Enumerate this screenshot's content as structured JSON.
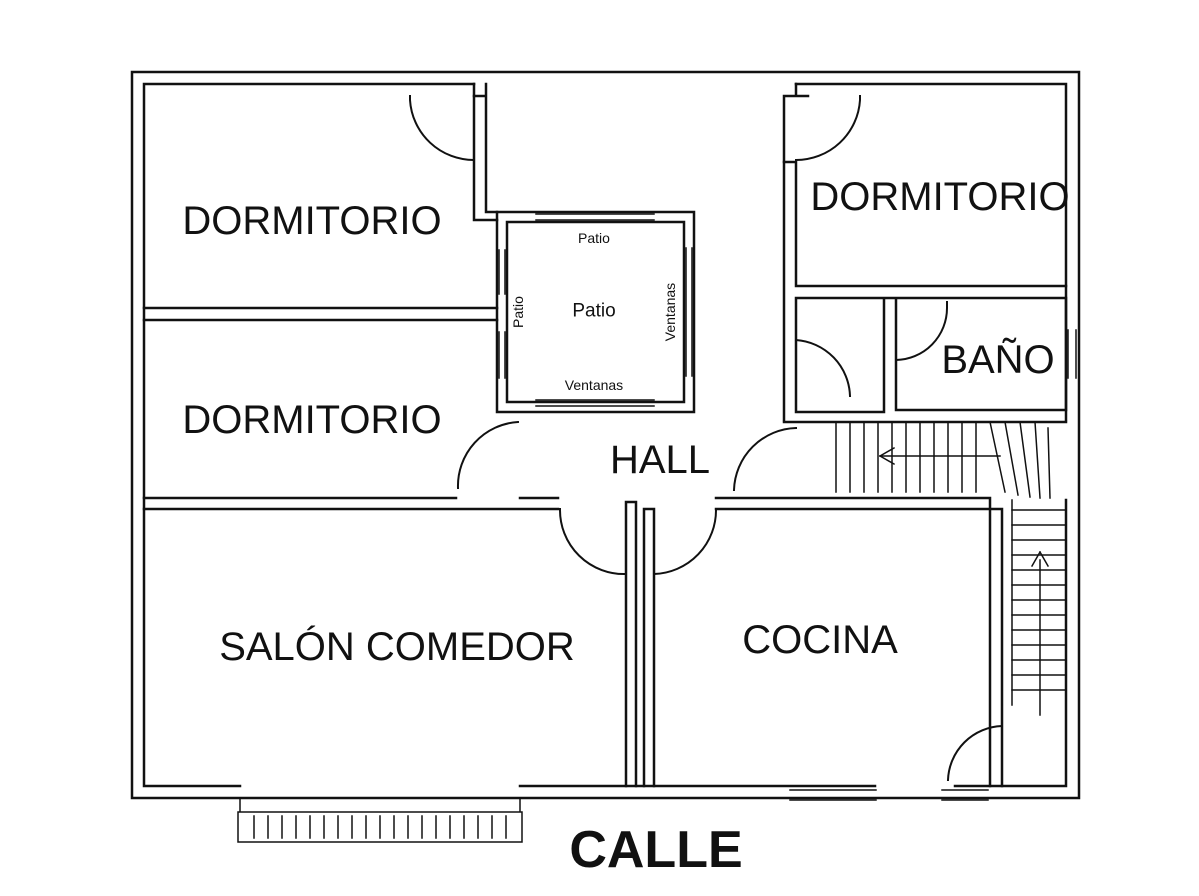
{
  "rooms": {
    "dormitorio_top_left": "DORMITORIO",
    "dormitorio_top_right": "DORMITORIO",
    "dormitorio_middle_left": "DORMITORIO",
    "bano": "BAÑO",
    "hall": "HALL",
    "salon_comedor": "SALÓN COMEDOR",
    "cocina": "COCINA"
  },
  "patio": {
    "center": "Patio",
    "top": "Patio",
    "left": "Patio",
    "right": "Ventanas",
    "bottom": "Ventanas"
  },
  "street": "CALLE"
}
